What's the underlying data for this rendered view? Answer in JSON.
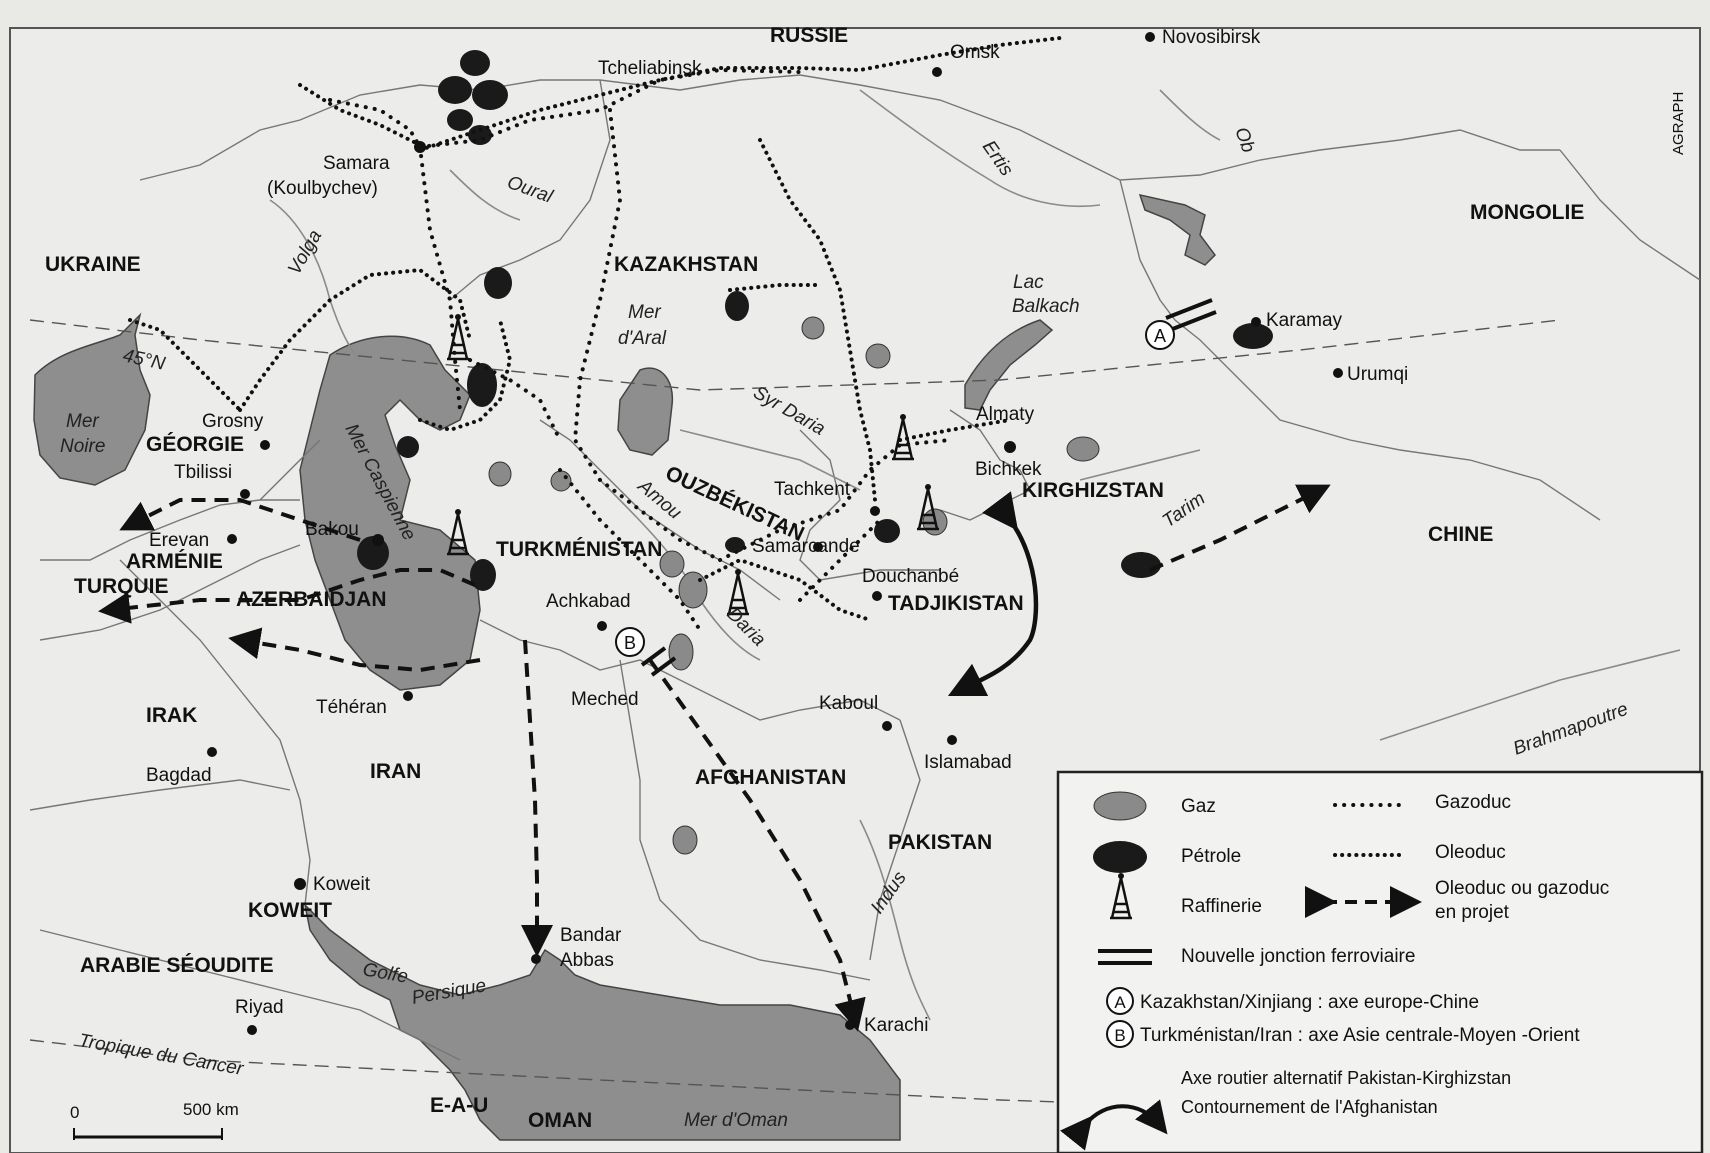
{
  "colors": {
    "sea": "#8e8e8e",
    "land": "#ececea",
    "gas": "#8a8a8a",
    "oil": "#1a1a1a",
    "border": "#777777",
    "route": "#111111"
  },
  "countries": {
    "russie": "RUSSIE",
    "ukraine": "UKRAINE",
    "kazakhstan": "KAZAKHSTAN",
    "mongolie": "MONGOLIE",
    "georgie": "GÉORGIE",
    "armenie": "ARMÉNIE",
    "turquie": "TURQUIE",
    "azerbaidjan": "AZERBAIDJAN",
    "turkmenistan": "TURKMÉNISTAN",
    "ouzbekistan": "OUZBÉKISTAN",
    "kirghizstan": "KIRGHIZSTAN",
    "tadjikistan": "TADJIKISTAN",
    "chine": "CHINE",
    "irak": "IRAK",
    "iran": "IRAN",
    "afghanistan": "AFGHANISTAN",
    "pakistan": "PAKISTAN",
    "koweit": "KOWEIT",
    "arabie": "ARABIE SÉOUDITE",
    "eau": "E-A-U",
    "oman": "OMAN"
  },
  "cities": {
    "tcheliabinsk": "Tcheliabinsk",
    "omsk": "Omsk",
    "novosibirsk": "Novosibirsk",
    "samara": "Samara",
    "koulbychev": "(Koulbychev)",
    "karamay": "Karamay",
    "urumqi": "Urumqi",
    "grosny": "Grosny",
    "tbilissi": "Tbilissi",
    "erevan": "Erevan",
    "bakou": "Bakou",
    "almaty": "Almaty",
    "bichkek": "Bichkek",
    "tachkent": "Tachkent",
    "samarcande": "Samarcande",
    "douchanbe": "Douchanbé",
    "achkabad": "Achkabad",
    "meched": "Meched",
    "teheran": "Téhéran",
    "kaboul": "Kaboul",
    "islamabad": "Islamabad",
    "bagdad": "Bagdad",
    "koweit": "Koweit",
    "bandar": "Bandar",
    "abbas": "Abbas",
    "riyad": "Riyad",
    "karachi": "Karachi"
  },
  "water": {
    "oural": "Oural",
    "volga": "Volga",
    "ertis": "Ertis",
    "ob": "Ob",
    "mer_aral_1": "Mer",
    "mer_aral_2": "d'Aral",
    "lac_1": "Lac",
    "lac_2": "Balkach",
    "syr_daria": "Syr Daria",
    "mer_noire_1": "Mer",
    "mer_noire_2": "Noire",
    "mer_caspienne": "Mer Caspienne",
    "amou": "Amou",
    "daria": "Daria",
    "tarim": "Tarim",
    "brahmapoutre": "Brahmapoutre",
    "indus": "Indus",
    "golfe": "Golfe",
    "persique": "Persique",
    "mer_oman": "Mer d'Oman"
  },
  "lines": {
    "parallel": "45°N",
    "tropique": "Tropique du Cancer"
  },
  "scale": {
    "zero": "0",
    "distance": "500 km"
  },
  "credit": "AGRAPH",
  "legend": {
    "gaz": "Gaz",
    "gazoduc": "Gazoduc",
    "petrole": "Pétrole",
    "oleoduc": "Oleoduc",
    "raffinerie": "Raffinerie",
    "projet_1": "Oleoduc ou gazoduc",
    "projet_2": "en projet",
    "jonction": "Nouvelle jonction ferroviaire",
    "axe_a": "Kazakhstan/Xinjiang : axe europe-Chine",
    "axe_b": "Turkménistan/Iran : axe Asie centrale-Moyen -Orient",
    "axe_routier_1": "Axe routier alternatif Pakistan-Kirghizstan",
    "axe_routier_2": "Contournement de l'Afghanistan"
  },
  "markers": {
    "a": "A",
    "b": "B"
  }
}
